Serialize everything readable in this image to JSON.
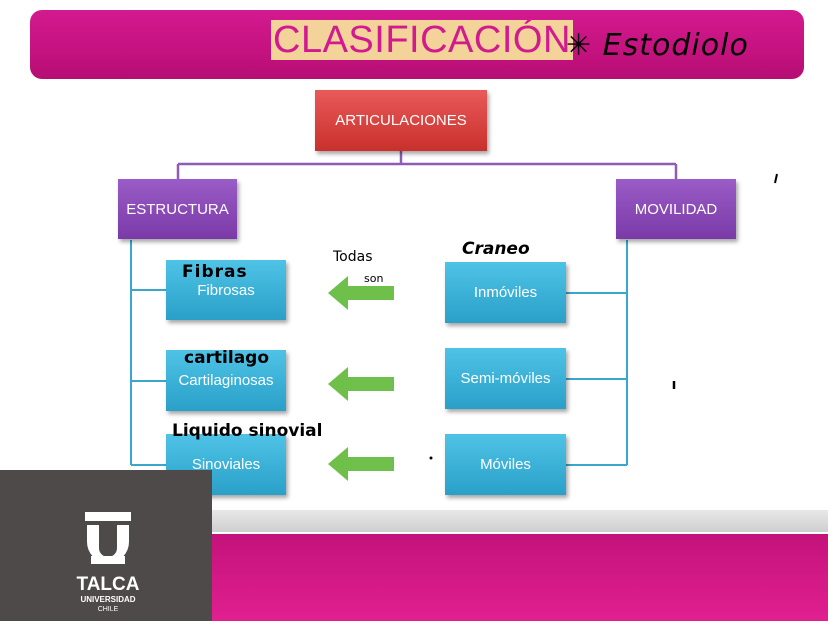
{
  "title": {
    "text": "CLASIFICACIÓN",
    "annotation": "✳ Estodiolo"
  },
  "root": {
    "label": "ARTICULACIONES"
  },
  "branches": {
    "left": "ESTRUCTURA",
    "right": "MOVILIDAD"
  },
  "structure_items": [
    "Fibrosas",
    "Cartilaginosas",
    "Sinoviales"
  ],
  "mobility_items": [
    "Inmóviles",
    "Semi-móviles",
    "Móviles"
  ],
  "handwritten": {
    "fibras": "Fibras",
    "cartilago": "cartilago",
    "liquido": "Liquido sinovial",
    "todas": "Todas",
    "son": "son",
    "craneo": "Craneo"
  },
  "footer": {
    "name": "TALCA",
    "sub": "UNIVERSIDAD",
    "country": "CHILE"
  },
  "colors": {
    "banner": "#d21a8f",
    "root": "#c9302b",
    "branch": "#7a3aa8",
    "leaf": "#2aa0c9",
    "arrow": "#6ec04a",
    "connector_purple": "#8e5cb7",
    "connector_blue": "#3aa6c9"
  }
}
